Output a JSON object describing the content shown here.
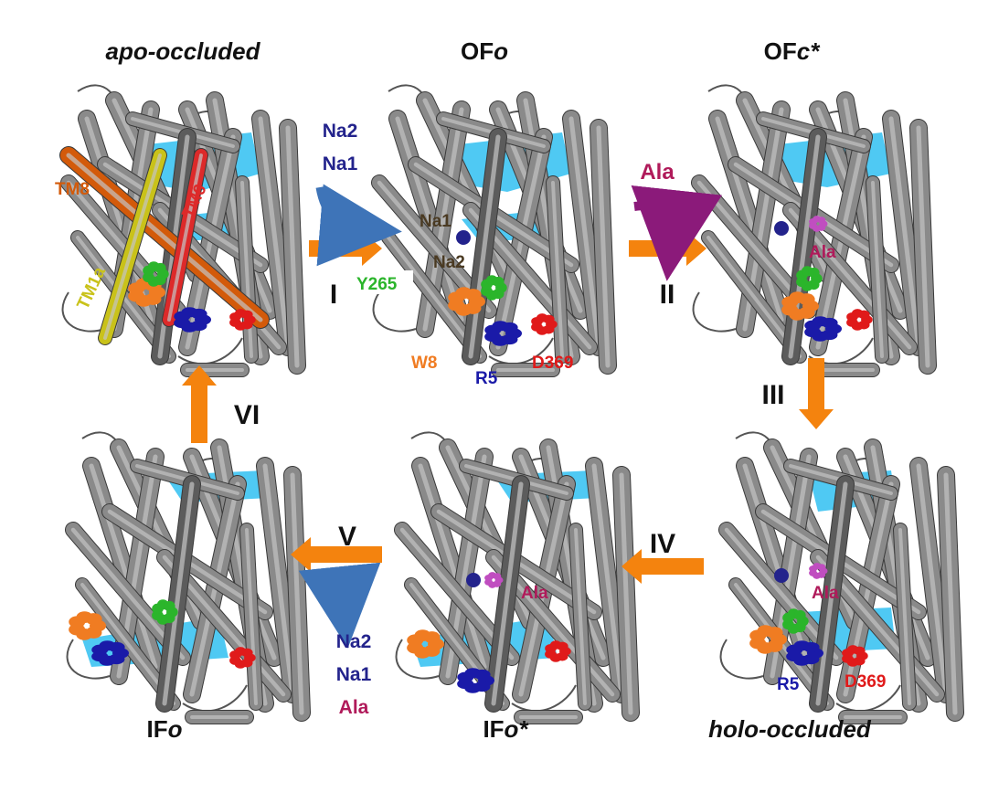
{
  "states": [
    {
      "id": "apo",
      "label": "apo-occluded",
      "italic": "all"
    },
    {
      "id": "ofo",
      "label_plain": "OF",
      "label_ital": "o"
    },
    {
      "id": "ofc",
      "label_plain": "OF",
      "label_ital": "c*"
    },
    {
      "id": "holo",
      "label": "holo-occluded",
      "italic": "all"
    },
    {
      "id": "ifos",
      "label_plain": "IF",
      "label_ital": "o*"
    },
    {
      "id": "ifo",
      "label_plain": "IF",
      "label_ital": "o"
    }
  ],
  "steps": [
    "I",
    "II",
    "III",
    "IV",
    "V",
    "VI"
  ],
  "helix_labels": {
    "tm8": "TM8",
    "tm6": "TM6",
    "tm1a": "TM1a"
  },
  "residues": {
    "na1": "Na1",
    "na2": "Na2",
    "y265": "Y265",
    "w8": "W8",
    "r5": "R5",
    "d369": "D369",
    "ala": "Ala"
  },
  "binding": {
    "step1": [
      "Na2",
      "Na1"
    ],
    "step2": "Ala"
  },
  "release": [
    "Na2",
    "Na1",
    "Ala"
  ],
  "colors": {
    "arrow": "#f4830e",
    "helix": "#8a8a8a",
    "helix_dark": "#5c5c5c",
    "water": "#3cc3f2",
    "na": "#23238c",
    "ala": "#b01a5a",
    "ala_arrow": "#8b1a7a",
    "y265": "#2bb52b",
    "w8": "#f07c22",
    "r5": "#1a1aa8",
    "d369": "#e01a1a",
    "tm8": "#d35a0a",
    "tm6": "#dd2a2a",
    "tm1a": "#c9c21a",
    "curved_arrow": "#3e74b8"
  }
}
